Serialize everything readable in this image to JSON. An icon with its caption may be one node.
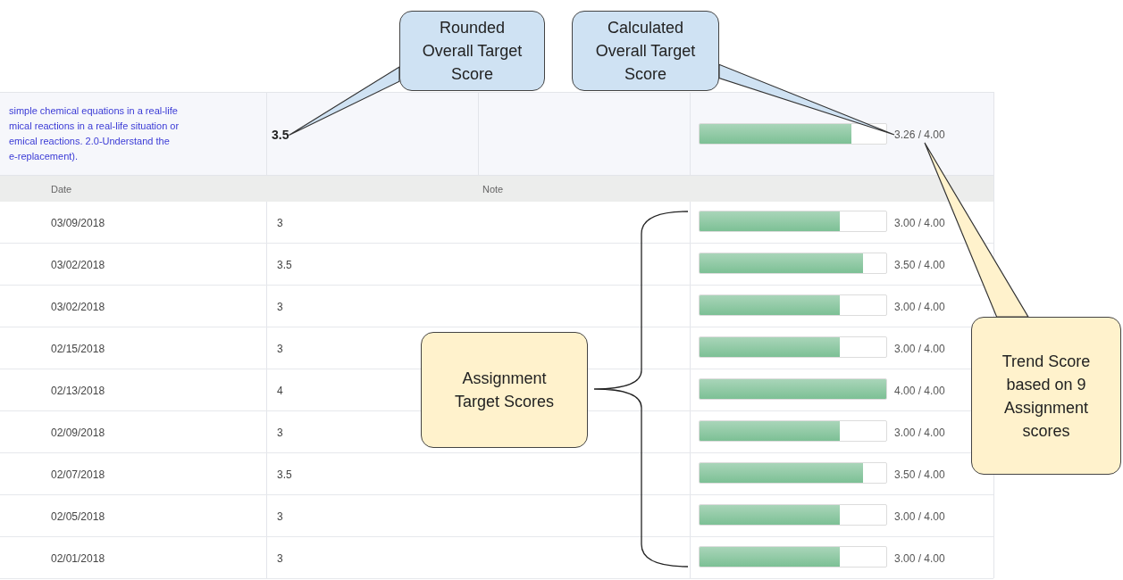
{
  "diagram": {
    "nodes": [
      {
        "text": [
          "Rounded Overall Target Score"
        ]
      },
      {
        "text": [
          "Calculated Overall Target Score"
        ]
      },
      {
        "text": [
          "3.5"
        ]
      },
      {
        "text": [
          "3.26 / 4.00"
        ]
      },
      {
        "text": [
          "Assignment Target Scores"
        ]
      },
      {
        "text": [
          "Trend Score based on 9 Assignment scores"
        ]
      }
    ],
    "edges": [
      {
        "from": 0,
        "to": 2,
        "arrow": "none"
      },
      {
        "from": 1,
        "to": 3,
        "arrow": "none"
      },
      {
        "from": 5,
        "to": 3,
        "arrow": "none"
      }
    ],
    "labels": [
      "simple chemical equations in a real-life",
      "mical reactions in a real-life situation or",
      "emical reactions. 2.0-Understand the",
      "e-replacement).",
      "Date",
      "Note",
      "03/09/2018",
      "3",
      "3.00 / 4.00",
      "03/02/2018",
      "3.5",
      "3.50 / 4.00",
      "03/02/2018",
      "3",
      "3.00 / 4.00",
      "02/15/2018",
      "3",
      "3.00 / 4.00",
      "02/13/2018",
      "4",
      "4.00 / 4.00",
      "02/09/2018",
      "3",
      "3.00 / 4.00",
      "02/07/2018",
      "3.5",
      "3.50 / 4.00",
      "02/05/2018",
      "3",
      "3.00 / 4.00",
      "02/01/2018",
      "3",
      "3.00 / 4.00"
    ]
  }
}
